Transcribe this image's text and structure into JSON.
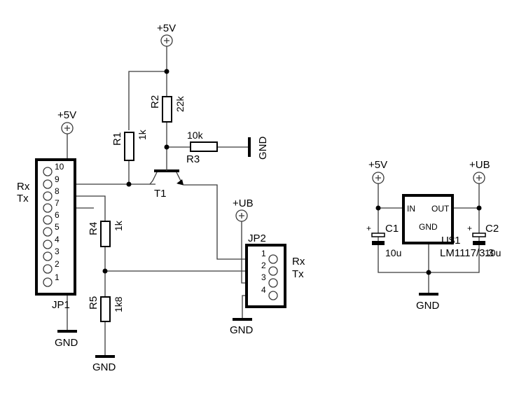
{
  "supplies": {
    "vcc_label": "+5V",
    "ub_label": "+UB",
    "gnd_label": "GND"
  },
  "resistors": {
    "r1": {
      "name": "R1",
      "value": "1k"
    },
    "r2": {
      "name": "R2",
      "value": "22k"
    },
    "r3": {
      "name": "R3",
      "value": "10k"
    },
    "r4": {
      "name": "R4",
      "value": "1k"
    },
    "r5": {
      "name": "R5",
      "value": "1k8"
    }
  },
  "transistor": {
    "name": "T1"
  },
  "jp1": {
    "name": "JP1",
    "pins": [
      "10",
      "9",
      "8",
      "7",
      "6",
      "5",
      "4",
      "3",
      "2",
      "1"
    ],
    "rx_label": "Rx",
    "tx_label": "Tx"
  },
  "jp2": {
    "name": "JP2",
    "pins": [
      "1",
      "2",
      "3",
      "4"
    ],
    "rx_label": "Rx",
    "tx_label": "Tx"
  },
  "regulator": {
    "name": "U$1",
    "part": "LM1117/3.3",
    "in_label": "IN",
    "out_label": "OUT",
    "gnd_label": "GND"
  },
  "capacitors": {
    "c1": {
      "name": "C1",
      "value": "10u",
      "polarity": "+"
    },
    "c2": {
      "name": "C2",
      "value": "10u",
      "polarity": "+"
    }
  },
  "colors": {
    "ink": "#000000",
    "wire": "#3a3a3a",
    "background": "#ffffff"
  }
}
